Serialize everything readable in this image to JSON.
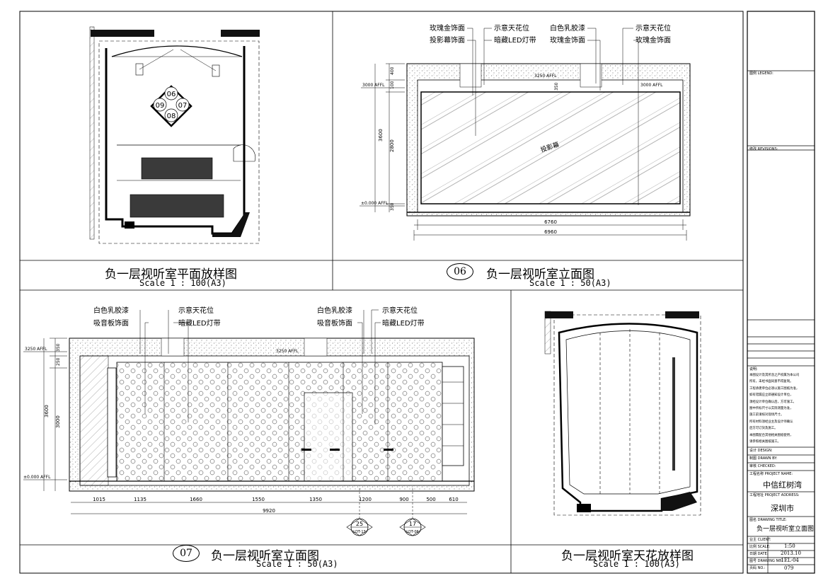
{
  "views": {
    "plan": {
      "title": "负一层视听室平面放样图",
      "scale": "Scale 1 : 100(A3)",
      "tags": [
        "06",
        "07",
        "09",
        "08"
      ]
    },
    "elev06": {
      "num": "06",
      "title": "负一层视听室立面图",
      "scale": "Scale 1 : 50(A3)",
      "callouts": [
        "玫瑰金饰面",
        "投影幕饰面",
        "示意天花位",
        "暗藏LED灯带",
        "白色乳胶漆",
        "玫瑰金饰面",
        "示意天花位",
        "玫瑰金饰面"
      ],
      "screen_label": "投影幕",
      "levels": [
        "3250 AFFL",
        "3000 AFFL",
        "3000 AFFL",
        "±0.000 AFFL"
      ],
      "dims_v": [
        "400",
        "100",
        "3600",
        "2800",
        "350",
        "350"
      ],
      "dims_h": [
        "6760",
        "6960"
      ]
    },
    "elev07": {
      "num": "07",
      "title": "负一层视听室立面图",
      "scale": "Scale 1 : 50(A3)",
      "callouts": [
        "白色乳胶漆",
        "吸音板饰面",
        "示意天花位",
        "暗藏LED灯带",
        "白色乳胶漆",
        "吸音板饰面",
        "示意天花位",
        "暗藏LED灯带"
      ],
      "levels": [
        "3250 AFFL",
        "3250 AFFL",
        "±0.000 AFFL"
      ],
      "dims_v": [
        "350",
        "250",
        "3600",
        "3000"
      ],
      "dims_h": [
        "1015",
        "1135",
        "1660",
        "1550",
        "1350",
        "1200",
        "900",
        "500",
        "610"
      ],
      "dim_total": "9920",
      "section_tags": [
        {
          "num": "25",
          "ref": "LDT-13"
        },
        {
          "num": "17",
          "ref": "LDT-06"
        }
      ]
    },
    "ceiling": {
      "title": "负一层视听室天花放样图",
      "scale": "Scale 1 : 100(A3)"
    }
  },
  "title_block": {
    "legend_label": "图例 LEGEND:",
    "revision_label": "修改 REVISIONS:",
    "notes_label": "说明:",
    "notes": [
      "本图设计及其所含之产权属为本公司",
      "所有，未经书面同意不得复制。",
      "工程承建单位必须以施工图纸为准，",
      "如有错漏应立即通知设计单位，",
      "须经设计单位确认后，方可施工。",
      "图中所标尺寸以实际测量为准，",
      "施工前请核对现场尺寸。",
      "所有材料须经业主及设计师确认",
      "后方可订货及施工。",
      "本图需配合其他相关图纸使用，",
      "请参照相关图纸施工。"
    ],
    "design_label": "设计 DESIGN:",
    "drawn_label": "制图 DRAWN BY:",
    "checked_label": "审核 CHECKED:",
    "project_label": "工程名称 PROJECT NAME:",
    "project_name": "中信红树湾",
    "address_label": "工程地址 PROJECT ADDRESS:",
    "address": "深圳市",
    "drawing_label": "图名 DRAWING TITLE:",
    "drawing_title": "负一层视听室立面图",
    "client_label": "业主 CLIENT:",
    "scale_label": "比例 SCALE:",
    "scale_value": "1:50",
    "date_label": "日期 DATE:",
    "date_value": "2013.10",
    "dwg_no_label": "图号 DRAWING NO.:",
    "dwg_no_value": "-1EL-04",
    "page_label": "页码 NO.:",
    "page_value": "079"
  }
}
